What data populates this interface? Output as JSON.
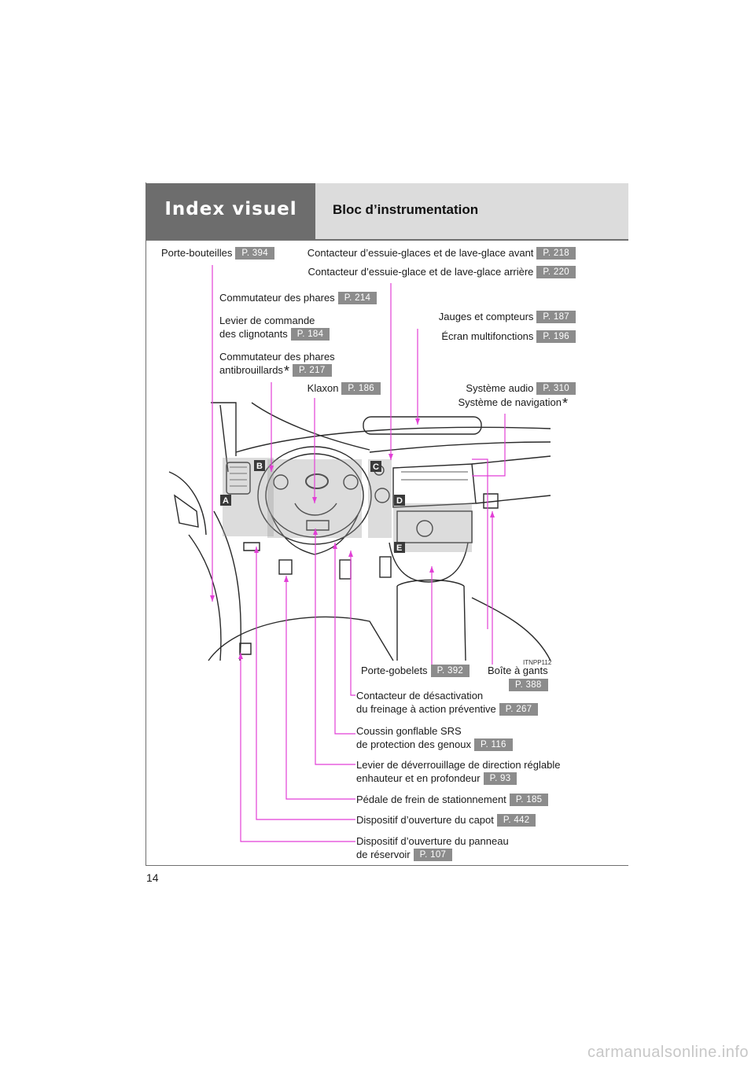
{
  "header": {
    "section_title": "Index visuel",
    "page_title": "Bloc d’instrumentation"
  },
  "labels": {
    "porte_bouteilles": {
      "text": "Porte-bouteilles",
      "page": "P. 394"
    },
    "essuie_avant": {
      "text": "Contacteur d’essuie-glaces et de lave-glace avant",
      "page": "P. 218"
    },
    "essuie_arriere": {
      "text": "Contacteur d’essuie-glace et de lave-glace arrière",
      "page": "P. 220"
    },
    "phares": {
      "text": "Commutateur des phares",
      "page": "P. 214"
    },
    "clignotants": {
      "line1": "Levier de commande",
      "line2": "des clignotants",
      "page": "P. 184"
    },
    "jauges": {
      "text": "Jauges et compteurs",
      "page": "P. 187"
    },
    "ecran": {
      "text": "Écran multifonctions",
      "page": "P. 196"
    },
    "antibrouillards": {
      "line1": "Commutateur des phares",
      "line2": "antibrouillards",
      "star": "*",
      "page": "P. 217"
    },
    "klaxon": {
      "text": "Klaxon",
      "page": "P. 186"
    },
    "audio": {
      "text": "Système audio",
      "page": "P. 310"
    },
    "navigation": {
      "text": "Système de navigation",
      "star": "*"
    },
    "porte_gobelets": {
      "text": "Porte-gobelets",
      "page": "P. 392"
    },
    "boite_gants": {
      "text": "Boîte à gants",
      "page": "P. 388"
    },
    "desactivation": {
      "line1": "Contacteur de désactivation",
      "line2": "du freinage à action préventive",
      "page": "P. 267"
    },
    "coussin": {
      "line1": "Coussin gonflable SRS",
      "line2": "de protection des genoux",
      "page": "P. 116"
    },
    "levier_direction": {
      "line1": "Levier de déverrouillage de direction réglable",
      "line2": "enhauteur et en profondeur",
      "page": "P. 93"
    },
    "pedale": {
      "text": "Pédale de frein de stationnement",
      "page": "P. 185"
    },
    "capot": {
      "text": "Dispositif d’ouverture du capot",
      "page": "P. 442"
    },
    "reservoir": {
      "line1": "Dispositif d’ouverture du panneau",
      "line2": "de réservoir",
      "page": "P. 107"
    }
  },
  "markers": [
    "A",
    "B",
    "C",
    "D",
    "E"
  ],
  "image_code": "ITNPP112",
  "page_number": "14",
  "watermark": "carmanualsonline.info",
  "colors": {
    "leader": "#e23fd6",
    "badge": "#8c8c8c",
    "header_dark": "#6d6d6d",
    "header_light": "#dcdcdc"
  }
}
